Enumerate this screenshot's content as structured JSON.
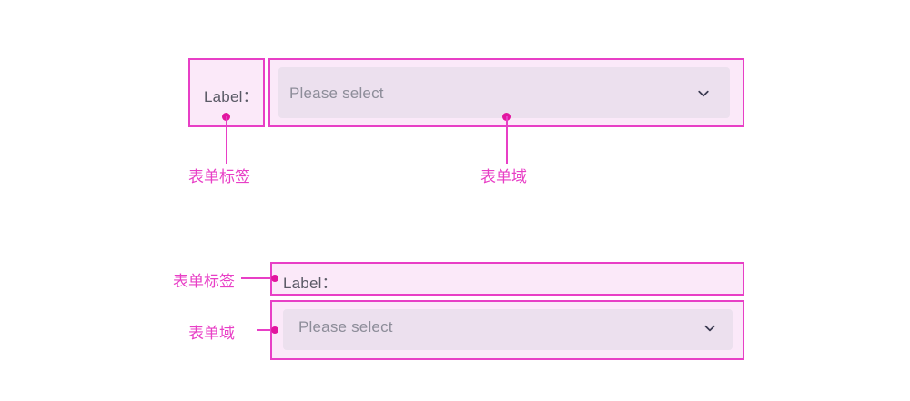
{
  "page": {
    "background": "#ffffff",
    "accent_color": "#e83fc6",
    "dot_color": "#e2169f",
    "box_fill": "#fbe9f9",
    "control_fill": "#ece0ee",
    "label_text_color": "#5a5a66",
    "placeholder_color": "#8d8d99"
  },
  "horizontal_example": {
    "label_box": {
      "text": "Label："
    },
    "field_box": {
      "select": {
        "placeholder": "Please select",
        "chevron_icon": "chevron-down-icon"
      }
    },
    "annotations": [
      {
        "text": "表单标签",
        "target": "label-box"
      },
      {
        "text": "表单域",
        "target": "field-box"
      }
    ]
  },
  "vertical_example": {
    "label_box": {
      "text": "Label："
    },
    "field_box": {
      "select": {
        "placeholder": "Please select",
        "chevron_icon": "chevron-down-icon"
      }
    },
    "annotations": [
      {
        "text": "表单标签",
        "target": "label-box"
      },
      {
        "text": "表单域",
        "target": "field-box"
      }
    ]
  }
}
